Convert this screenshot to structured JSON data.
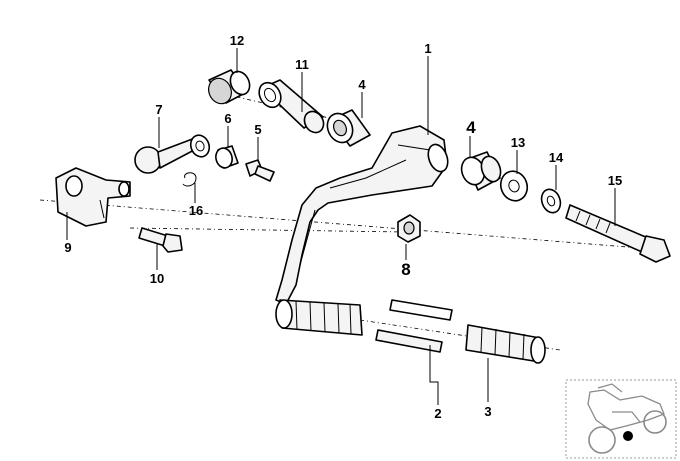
{
  "callouts": {
    "c1": "1",
    "c2": "2",
    "c3": "3",
    "c4a": "4",
    "c4b": "4",
    "c5": "5",
    "c6": "6",
    "c7": "7",
    "c8": "8",
    "c9": "9",
    "c10": "10",
    "c11": "11",
    "c12": "12",
    "c13": "13",
    "c14": "14",
    "c15": "15",
    "c16": "16"
  },
  "colors": {
    "ink": "#000000",
    "fill": "#f4f4f4",
    "shade": "#d6d6d6",
    "background": "#ffffff"
  },
  "icons": {
    "thumbnail": "motorcycle-thumbnail-icon",
    "marker": "location-dot-icon"
  }
}
